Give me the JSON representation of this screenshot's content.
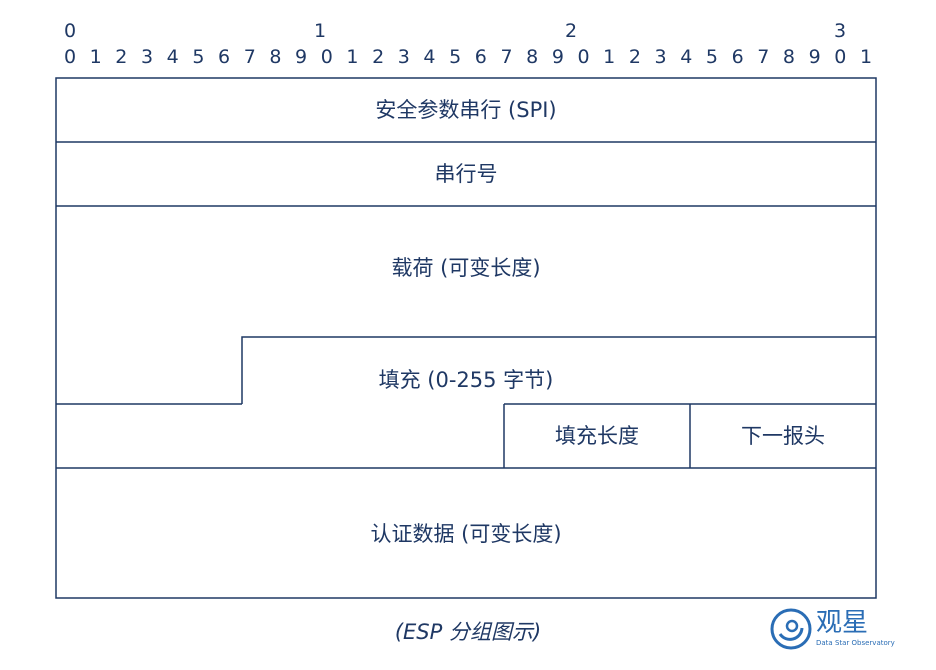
{
  "bit_ruler": {
    "tens": [
      "0",
      "1",
      "2",
      "3"
    ],
    "ones": [
      "0",
      "1",
      "2",
      "3",
      "4",
      "5",
      "6",
      "7",
      "8",
      "9",
      "0",
      "1",
      "2",
      "3",
      "4",
      "5",
      "6",
      "7",
      "8",
      "9",
      "0",
      "1",
      "2",
      "3",
      "4",
      "5",
      "6",
      "7",
      "8",
      "9",
      "0",
      "1"
    ]
  },
  "fields": {
    "spi": "安全参数串行 (SPI)",
    "sequence": "串行号",
    "payload": "载荷 (可变长度)",
    "padding": "填充 (0-255 字节)",
    "pad_length": "填充长度",
    "next_header": "下一报头",
    "auth_data": "认证数据 (可变长度)"
  },
  "caption": "(ESP 分组图示)",
  "brand": {
    "name": "观星",
    "subtitle": "Data Star Observatory"
  },
  "colors": {
    "line": "#1f3864",
    "text": "#1f3864",
    "brand": "#2a6db5"
  }
}
